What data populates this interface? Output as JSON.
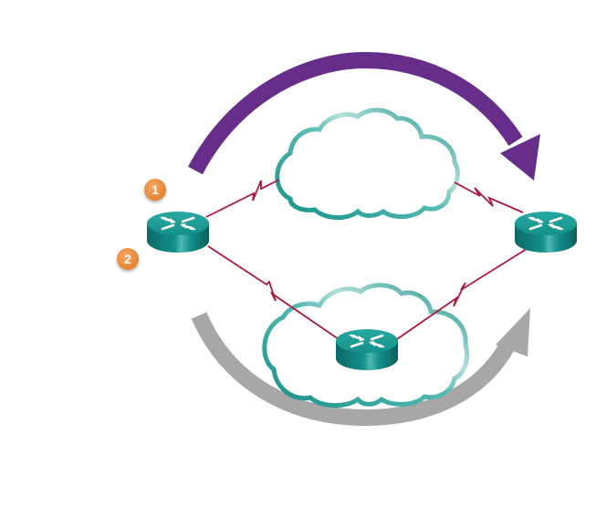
{
  "diagram": {
    "badges": [
      {
        "id": "1",
        "label": "1"
      },
      {
        "id": "2",
        "label": "2"
      }
    ],
    "nodes": [
      {
        "id": "router-left",
        "type": "router"
      },
      {
        "id": "router-right",
        "type": "router"
      },
      {
        "id": "router-bottom",
        "type": "router"
      }
    ],
    "clouds": [
      {
        "id": "cloud-top"
      },
      {
        "id": "cloud-bottom"
      }
    ],
    "links": [
      {
        "from": "router-left",
        "to": "router-right",
        "via": "cloud-top",
        "type": "serial"
      },
      {
        "from": "router-left",
        "to": "router-bottom",
        "type": "serial"
      },
      {
        "from": "router-bottom",
        "to": "router-right",
        "type": "serial"
      }
    ],
    "arrows": [
      {
        "id": "arrow-top",
        "direction": "left-to-right",
        "path": "top",
        "color": "#662d8a"
      },
      {
        "id": "arrow-bottom",
        "direction": "left-to-right",
        "path": "bottom",
        "color": "#a7a7a7"
      }
    ],
    "colors": {
      "router_top": "#1a9a94",
      "router_side": "#0d6f6b",
      "cloud_stroke": "#1a958d",
      "cloud_stroke_light": "#a9dcd8",
      "serial_link": "#b0173a",
      "badge_fill": "#ef8f3f",
      "badge_stroke": "#ffffff"
    }
  }
}
